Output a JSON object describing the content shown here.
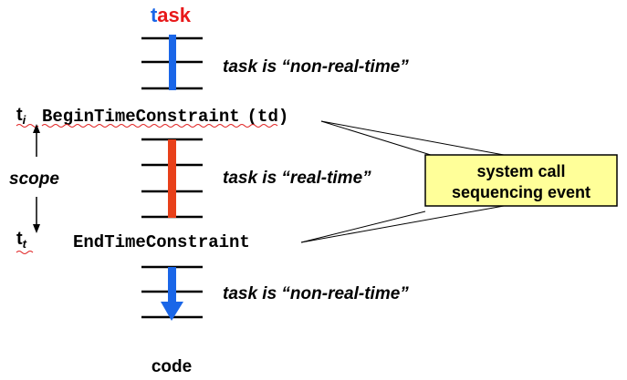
{
  "title": {
    "part1": "t",
    "part2": "as",
    "part3": "k",
    "color1": "#1a66e8",
    "color2": "#e8191a",
    "color3": "#e8191a"
  },
  "labels": {
    "nonrt_top": "task is “non-real-time”",
    "rt_mid": "task is “real-time”",
    "nonrt_bottom": "task is “non-real-time”",
    "begin_call": "BeginTimeConstraint",
    "begin_arg": "(td)",
    "end_call": "EndTimeConstraint",
    "scope": "scope",
    "code": "code"
  },
  "time_markers": {
    "ti_base": "t",
    "ti_sub": "i",
    "tt_base": "t",
    "tt_sub": "t"
  },
  "callout": {
    "line1": "system call",
    "line2": "sequencing event",
    "fill": "#ffff99"
  },
  "colors": {
    "blue_bar": "#1a66e8",
    "red_bar": "#e8401a",
    "lines": "#000000"
  }
}
